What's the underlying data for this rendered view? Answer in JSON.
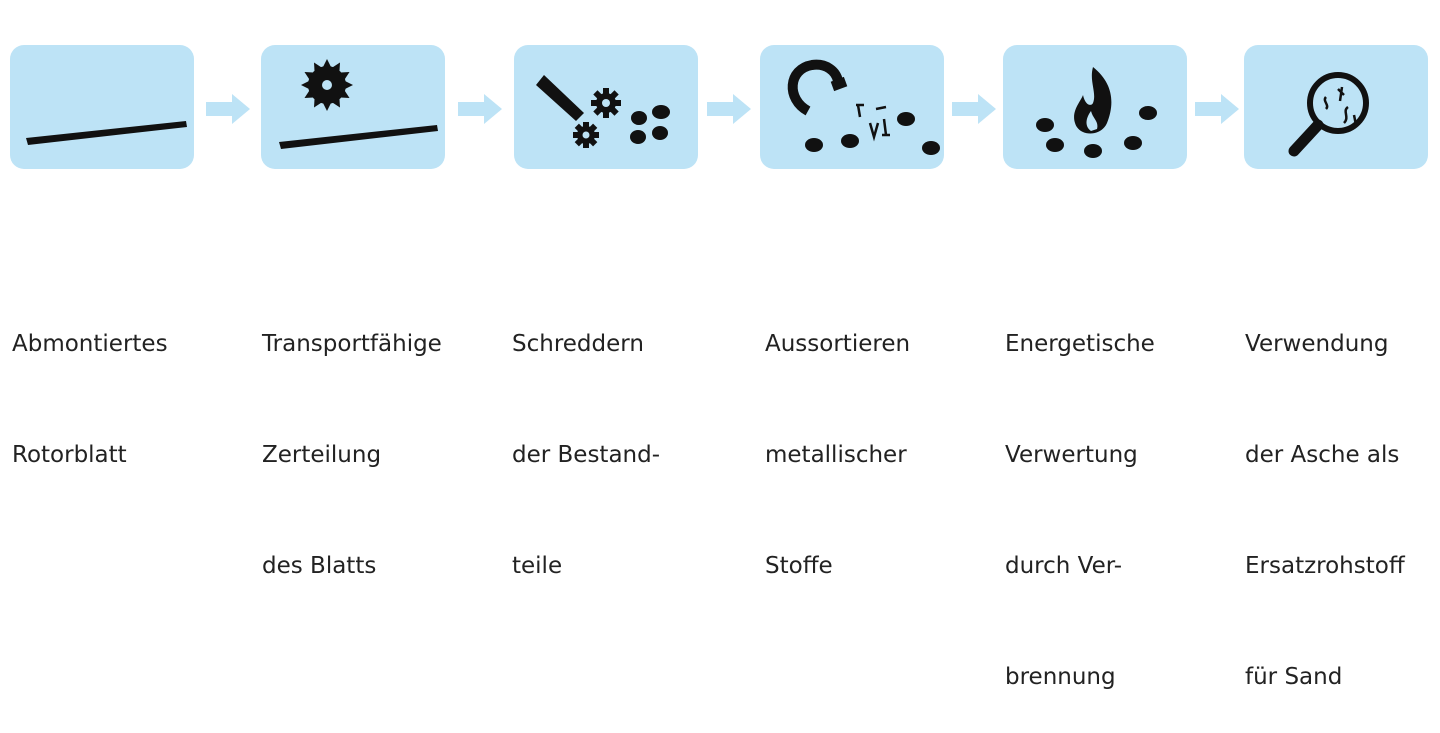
{
  "steps": [
    {
      "icon": "rotor-blade-icon",
      "lines": [
        "Abmontiertes",
        "Rotorblatt"
      ]
    },
    {
      "icon": "saw-blade-icon",
      "lines": [
        "Transportfähige",
        "Zerteilung",
        "des Blatts"
      ]
    },
    {
      "icon": "shredder-icon",
      "lines": [
        "Schreddern",
        "der Bestand-",
        "teile"
      ]
    },
    {
      "icon": "magnet-icon",
      "lines": [
        "Aussortieren",
        "metallischer",
        "Stoffe"
      ]
    },
    {
      "icon": "flame-icon",
      "lines": [
        "Energetische",
        "Verwertung",
        "durch Ver-",
        "brennung"
      ]
    },
    {
      "icon": "magnifier-icon",
      "lines": [
        "Verwendung",
        "der Asche als",
        "Ersatzrohstoff",
        "für Sand"
      ]
    }
  ],
  "colors": {
    "box": "#bde3f6",
    "arrow": "#bde3f6",
    "icon": "#111111",
    "text": "#222222"
  }
}
